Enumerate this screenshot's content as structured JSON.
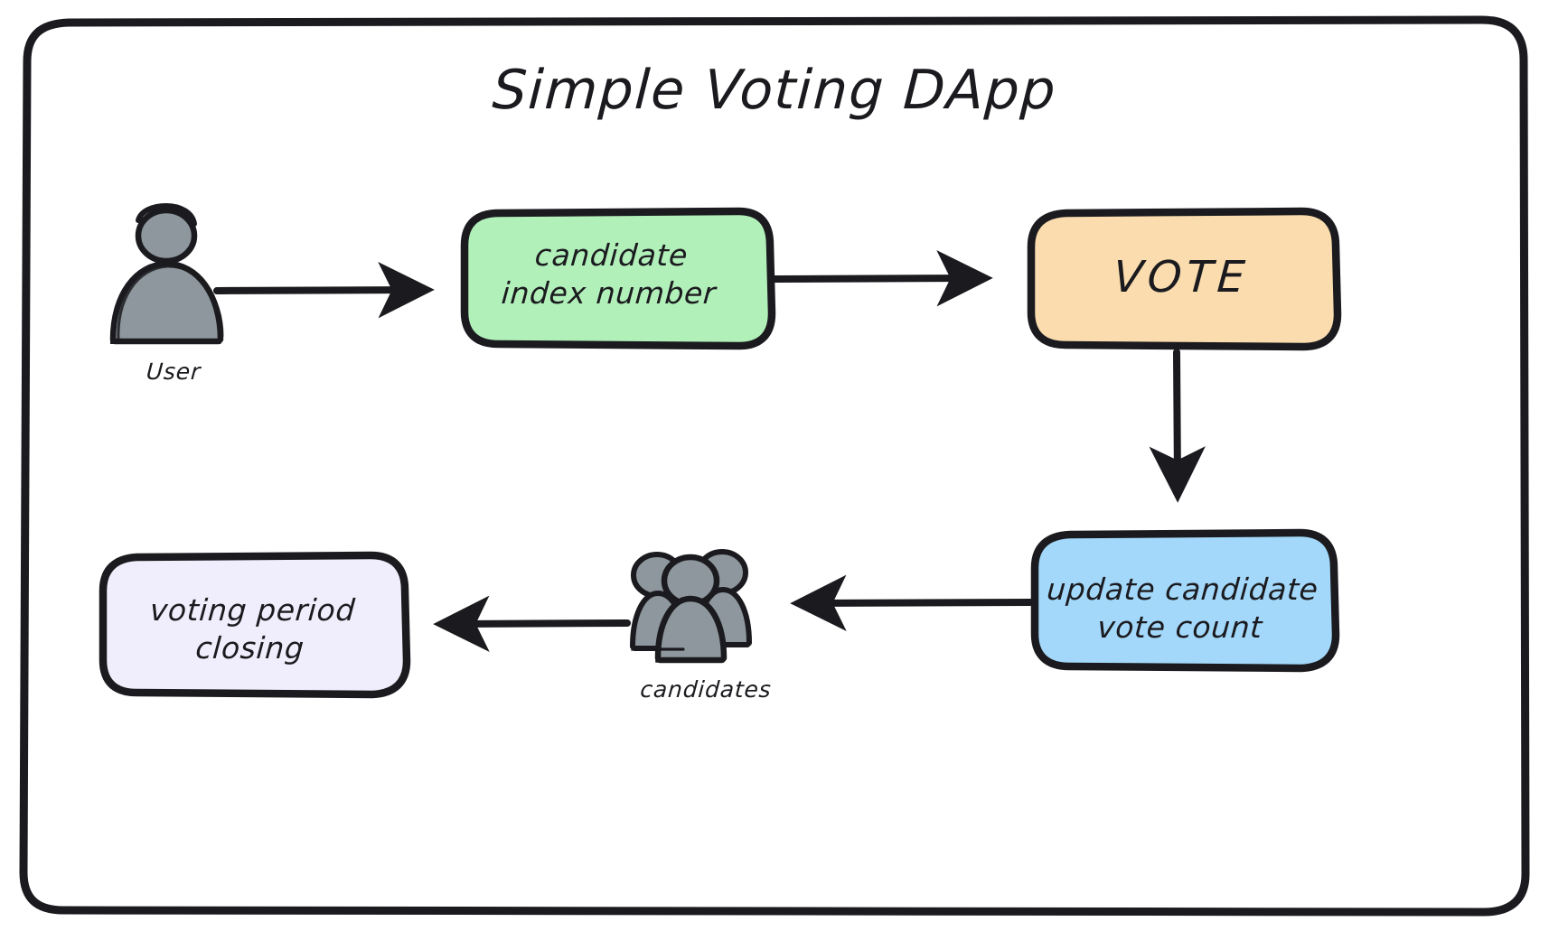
{
  "diagram": {
    "title": "Simple Voting DApp",
    "type": "flowchart",
    "frame": {
      "style": "rounded-rectangle",
      "stroke": "#1b1b1f",
      "fill": "#ffffff"
    },
    "nodes": [
      {
        "id": "user",
        "kind": "person-icon",
        "label": "User",
        "label_position": "below",
        "fill": "#8e979e",
        "stroke": "#1b1b1f"
      },
      {
        "id": "candidate-index",
        "kind": "box",
        "label": "candidate\nindex number",
        "fill": "#b2f0ba",
        "stroke": "#1b1b1f"
      },
      {
        "id": "vote",
        "kind": "box",
        "label": "VOTE",
        "fill": "#fadcae",
        "stroke": "#1b1b1f"
      },
      {
        "id": "update-count",
        "kind": "box",
        "label": "update candidate\nvote count",
        "fill": "#a3d8fa",
        "stroke": "#1b1b1f"
      },
      {
        "id": "candidates",
        "kind": "people-icon",
        "label": "candidates",
        "label_position": "below",
        "fill": "#8e979e",
        "stroke": "#1b1b1f",
        "count": 3
      },
      {
        "id": "voting-period-closing",
        "kind": "box",
        "label": "voting period\nclosing",
        "fill": "#f0eefc",
        "stroke": "#1b1b1f"
      }
    ],
    "edges": [
      {
        "from": "user",
        "to": "candidate-index",
        "direction": "right",
        "arrow": "end"
      },
      {
        "from": "candidate-index",
        "to": "vote",
        "direction": "right",
        "arrow": "end"
      },
      {
        "from": "vote",
        "to": "update-count",
        "direction": "down",
        "arrow": "end"
      },
      {
        "from": "update-count",
        "to": "candidates",
        "direction": "left",
        "arrow": "end"
      },
      {
        "from": "candidates",
        "to": "voting-period-closing",
        "direction": "left",
        "arrow": "end"
      }
    ],
    "colors": {
      "ink": "#1b1b1f",
      "green": "#b2f0ba",
      "orange": "#fadcae",
      "blue": "#a3d8fa",
      "lavender": "#f0eefc",
      "person_gray": "#8e979e",
      "background": "#ffffff"
    }
  }
}
